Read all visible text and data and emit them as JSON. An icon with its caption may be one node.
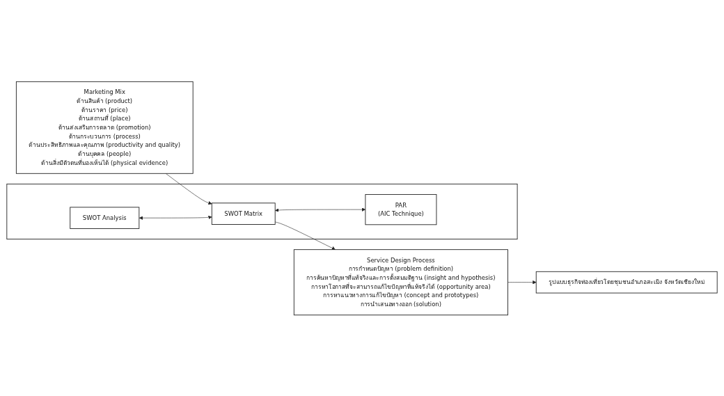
{
  "diagram": {
    "nodes": [
      {
        "text": [
          "Marketing Mix",
          "ด้านสินค้า (product)",
          "ด้านราคา (price)",
          "ด้านสถานที่ (place)",
          "ด้านส่งเสริมการตลาด (promotion)",
          "ด้านกระบวนการ (process)",
          "ด้านประสิทธิภาพและคุณภาพ (productivity and quality)",
          "ด้านบุคคล (people)",
          "ด้านสิ่งมีตัวตนที่มองเห็นได้ (physical evidence)"
        ]
      },
      {
        "text": [],
        "shape": "box"
      },
      {
        "text": [
          "SWOT Analysis"
        ],
        "in": 1
      },
      {
        "text": [
          "SWOT Matrix"
        ],
        "in": 1
      },
      {
        "text": [
          "PAR",
          "(AIC Technique)"
        ],
        "in": 1
      },
      {
        "text": [
          "Service Design Process",
          "การกำหนดปัญหา (problem definition)",
          "การค้นหาปัญหาที่แท้จริงและการตั้งสมมติฐาน (insight and hypothesis)",
          "การหาโอกาสที่จะสามารถแก้ไขปัญหาที่แท้จริงได้ (opportunity area)",
          "การหาแนวทางการแก้ไขปัญหา (concept and prototypes)",
          "การนำเสนอทางออก (solution)"
        ]
      },
      {
        "text": [
          "รูปแบบธุรกิจท่องเที่ยวโดยชุมชนอำเภอสะเมิง จังหวัดเชียงใหม่"
        ]
      }
    ],
    "edges": [
      {
        "from": 0,
        "to": 3,
        "arrow": "to"
      },
      {
        "from": 2,
        "to": 3,
        "arrow": "both"
      },
      {
        "from": 3,
        "to": 4,
        "arrow": "both"
      },
      {
        "from": 3,
        "to": 5,
        "arrow": "to"
      },
      {
        "from": 5,
        "to": 6,
        "arrow": "to"
      }
    ]
  }
}
